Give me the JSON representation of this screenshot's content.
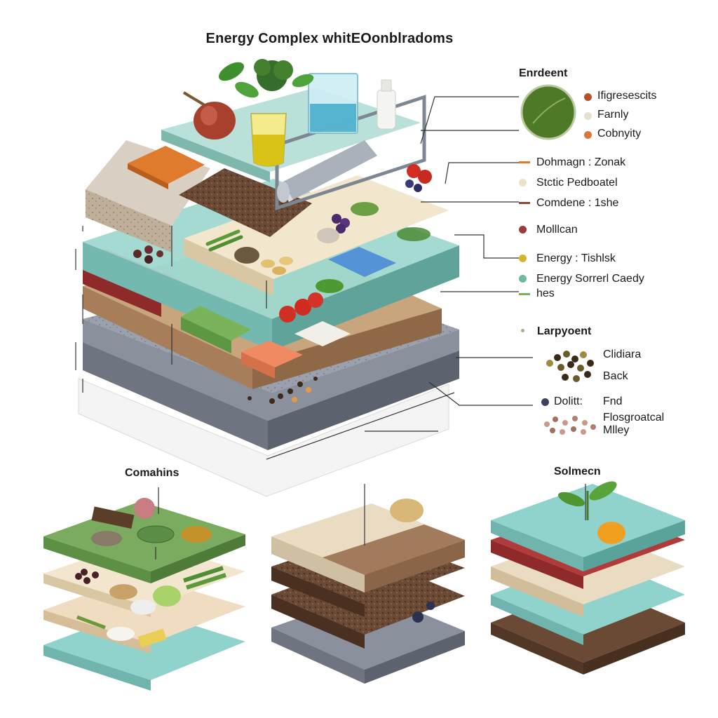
{
  "title": "Energy Complex whitEOonblradoms",
  "colors": {
    "green": "#7aab5e",
    "beige": "#eadcc3",
    "teal": "#8fd3cc",
    "red": "#b33a3a",
    "brown": "#6b4a35",
    "slate": "#8a909c",
    "orange": "#e07a2c"
  },
  "legend": {
    "top": {
      "heading": "Enrdeent",
      "items": [
        {
          "label": "Ifigresescits",
          "color": "#b8502c"
        },
        {
          "label": "Farnly",
          "color": "#e5e0cf"
        },
        {
          "label": "Cobnyity",
          "color": "#d8793a"
        }
      ]
    },
    "middle": [
      {
        "label": "Dohmagn : Zonak",
        "color": "#e07a2c",
        "marker": "dash"
      },
      {
        "label": "Stctic Pedboatel",
        "color": "#eee2c4",
        "marker": "dot"
      },
      {
        "label": "Comdene : 1she",
        "color": "#8a4a3a",
        "marker": "dash"
      },
      {
        "label": "Molllcan",
        "color": "#9b3b3b",
        "marker": "dot"
      },
      {
        "label": "Energy : Tishlsk",
        "color": "#d4b52f",
        "marker": "dot"
      },
      {
        "label": "Energy Sorrerl Caedy",
        "color": "#6fb8a2",
        "marker": "dot"
      },
      {
        "label": "hes",
        "color": "#7ab35a",
        "marker": "dash"
      }
    ],
    "bottom": {
      "heading": "Larpyoent",
      "items": [
        {
          "label": "Clidiara"
        },
        {
          "label": "Back"
        },
        {
          "label": "Dolitt:",
          "label2": "Fnd",
          "color": "#3a4260"
        },
        {
          "label": "Flosgroatcal",
          "label2": "Mlley"
        }
      ]
    }
  },
  "bottom_stacks": [
    {
      "label": "Comahins"
    },
    {
      "label": ""
    },
    {
      "label": "Solmecn"
    }
  ]
}
